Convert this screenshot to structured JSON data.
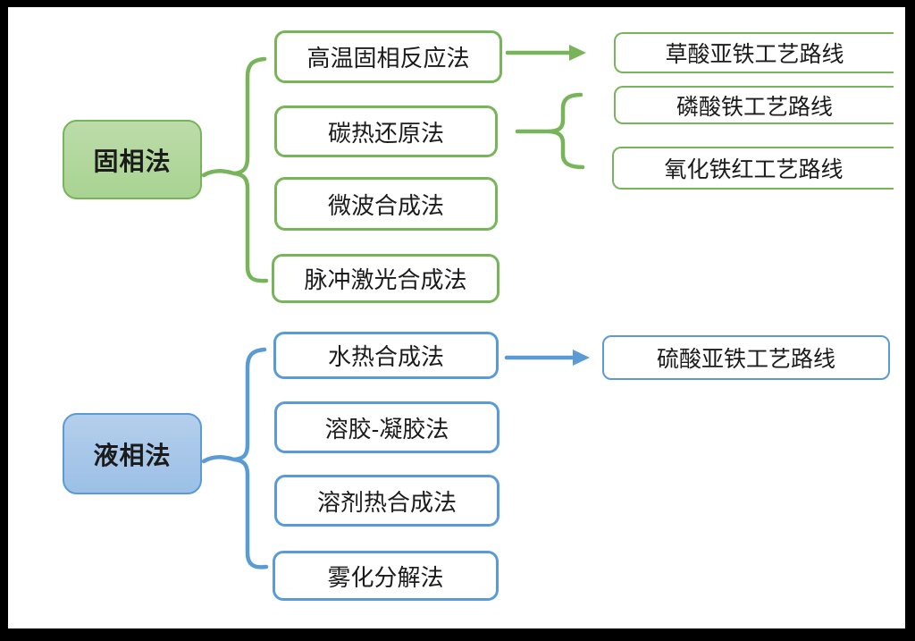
{
  "diagram": {
    "colors": {
      "green": "#77b45a",
      "green_fill": "#aed398",
      "blue": "#5b9bd5",
      "blue_fill": "#a6c8ea",
      "text": "#1b1b1b",
      "frame": "#000000",
      "canvas": "#ffffff"
    },
    "solid_phase": {
      "root": "固相法",
      "methods": {
        "high_temperature_solid_state": "高温固相反应法",
        "carbothermal_reduction": "碳热还原法",
        "microwave_synthesis": "微波合成法",
        "pulsed_laser_synthesis": "脉冲激光合成法"
      },
      "routes": {
        "ferrous_oxalate": "草酸亚铁工艺路线",
        "iron_phosphate": "磷酸铁工艺路线",
        "iron_oxide_red": "氧化铁红工艺路线"
      }
    },
    "liquid_phase": {
      "root": "液相法",
      "methods": {
        "hydrothermal_synthesis": "水热合成法",
        "sol_gel": "溶胶-凝胶法",
        "solvothermal_synthesis": "溶剂热合成法",
        "atomization_decomposition": "雾化分解法"
      },
      "routes": {
        "ferrous_sulfate": "硫酸亚铁工艺路线"
      }
    }
  }
}
